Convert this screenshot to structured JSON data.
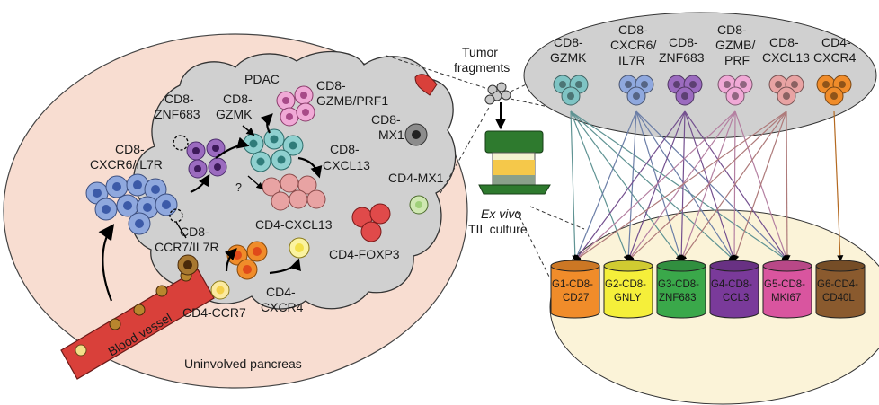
{
  "left_panel": {
    "region_label": "Uninvolved pancreas",
    "tumor_label": "PDAC",
    "blood_vessel_label": "Blood vessel",
    "question_mark": "?",
    "cell_labels": {
      "cd8_cxcr6_il7r": [
        "CD8-",
        "CXCR6/IL7R"
      ],
      "cd8_znf683": [
        "CD8-",
        "ZNF683"
      ],
      "cd8_gzmk": [
        "CD8-",
        "GZMK"
      ],
      "cd8_gzmb_prf1": [
        "CD8-",
        "GZMB/PRF1"
      ],
      "cd8_mx1": [
        "CD8-",
        "MX1"
      ],
      "cd8_cxcl13": [
        "CD8-",
        "CXCL13"
      ],
      "cd4_mx1": [
        "CD4-MX1"
      ],
      "cd8_ccr7_il7r": [
        "CD8-",
        "CCR7/IL7R"
      ],
      "cd4_cxcl13": [
        "CD4-CXCL13"
      ],
      "cd4_foxp3": [
        "CD4-FOXP3"
      ],
      "cd4_cxcr4": [
        "CD4-",
        "CXCR4"
      ],
      "cd4_ccr7": [
        "CD4-CCR7"
      ]
    }
  },
  "middle": {
    "tumor_fragments": [
      "Tumor",
      "fragments"
    ],
    "ex_vivo": "Ex vivo",
    "til_culture": "TIL culture"
  },
  "right_panel": {
    "top_clusters": [
      {
        "id": "gzmk",
        "label": [
          "CD8-",
          "GZMK"
        ],
        "color": "#7fc4c4"
      },
      {
        "id": "cxcr6",
        "label": [
          "CD8-",
          "CXCR6/",
          "IL7R"
        ],
        "color": "#8fa8de"
      },
      {
        "id": "znf683",
        "label": [
          "CD8-",
          "ZNF683"
        ],
        "color": "#9b6bbf"
      },
      {
        "id": "gzmb",
        "label": [
          "CD8-",
          "GZMB/",
          "PRF"
        ],
        "color": "#f0a9d6"
      },
      {
        "id": "cxcl13",
        "label": [
          "CD8-",
          "CXCL13"
        ],
        "color": "#e8a3a3"
      },
      {
        "id": "cxcr4",
        "label": [
          "CD4-",
          "CXCR4"
        ],
        "color": "#f08c2a"
      }
    ],
    "groups": [
      {
        "id": "g1",
        "label": [
          "G1-CD8-",
          "CD27"
        ],
        "color": "#f08c2a"
      },
      {
        "id": "g2",
        "label": [
          "G2-CD8-",
          "GNLY"
        ],
        "color": "#f5ef3a"
      },
      {
        "id": "g3",
        "label": [
          "G3-CD8-",
          "ZNF683"
        ],
        "color": "#3aa84a"
      },
      {
        "id": "g4",
        "label": [
          "G4-CD8-",
          "CCL3"
        ],
        "color": "#7a3a9a"
      },
      {
        "id": "g5",
        "label": [
          "G5-CD8-",
          "MKI67"
        ],
        "color": "#d9559f"
      },
      {
        "id": "g6",
        "label": [
          "G6-CD4-",
          "CD40L"
        ],
        "color": "#8a5a2e"
      }
    ]
  }
}
